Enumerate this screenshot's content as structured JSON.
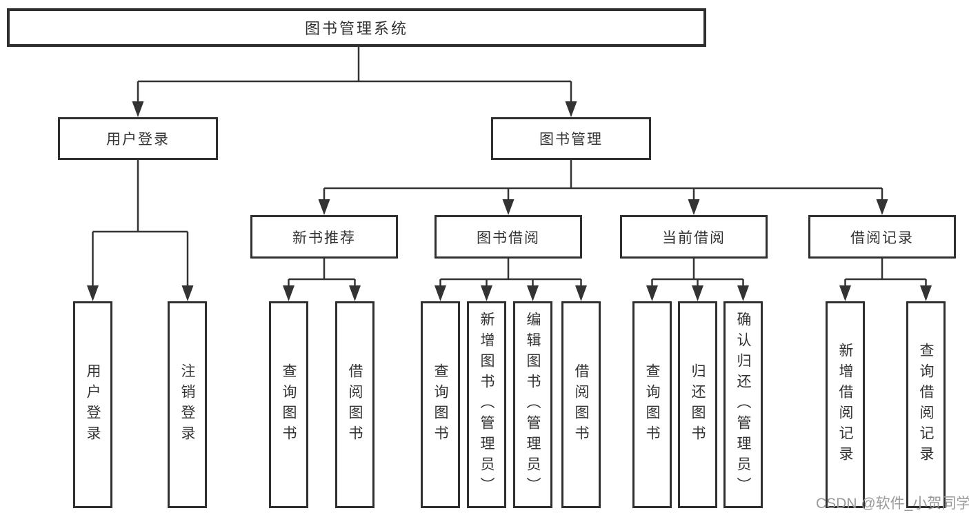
{
  "diagram_title": "图书管理系统",
  "tree": {
    "label": "图书管理系统",
    "children": [
      {
        "label": "用户登录",
        "children": [
          {
            "label": "用户登录"
          },
          {
            "label": "注销登录"
          }
        ]
      },
      {
        "label": "图书管理",
        "children": [
          {
            "label": "新书推荐",
            "children": [
              {
                "label": "查询图书"
              },
              {
                "label": "借阅图书"
              }
            ]
          },
          {
            "label": "图书借阅",
            "children": [
              {
                "label": "查询图书"
              },
              {
                "label": "新增图书（管理员）"
              },
              {
                "label": "编辑图书（管理员）"
              },
              {
                "label": "借阅图书"
              }
            ]
          },
          {
            "label": "当前借阅",
            "children": [
              {
                "label": "查询图书"
              },
              {
                "label": "归还图书"
              },
              {
                "label": "确认归还（管理员）"
              }
            ]
          },
          {
            "label": "借阅记录",
            "children": [
              {
                "label": "新增借阅记录"
              },
              {
                "label": "查询借阅记录"
              }
            ]
          }
        ]
      }
    ]
  },
  "watermark": "CSDN @软件_小贺同学",
  "colors": {
    "line": "#333333",
    "box_border": "#2f2f2f",
    "text": "#333333",
    "watermark_text": "#9a9a9a",
    "background": "#ffffff"
  }
}
